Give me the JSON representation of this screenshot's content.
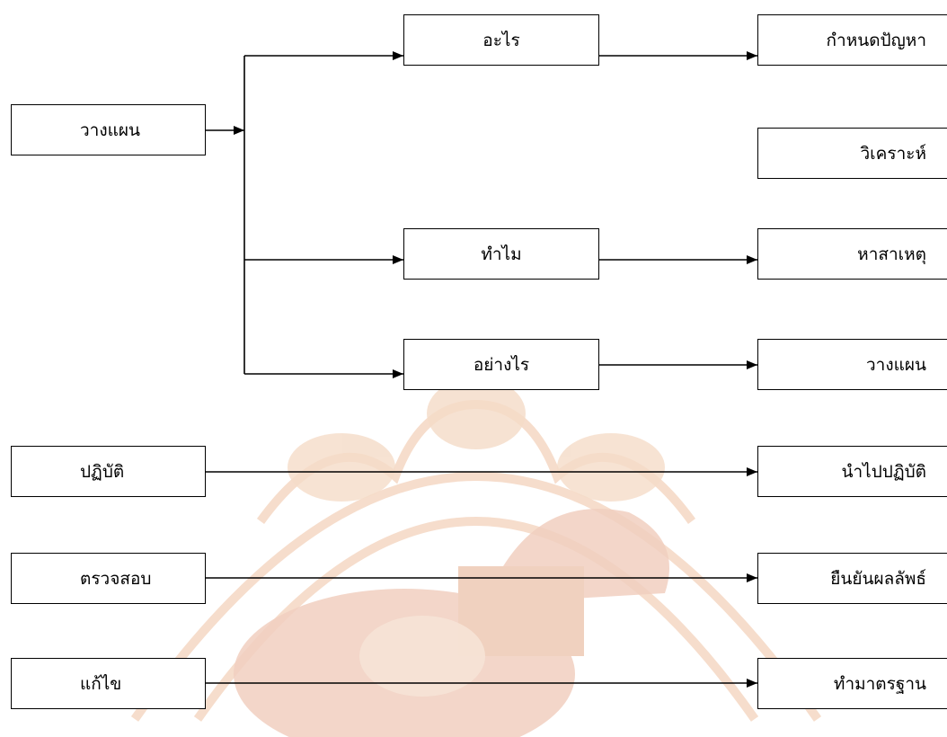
{
  "diagram": {
    "left_column": [
      {
        "id": "plan",
        "label": "วางแผน"
      },
      {
        "id": "do",
        "label": "ปฏิบัติ"
      },
      {
        "id": "check",
        "label": "ตรวจสอบ"
      },
      {
        "id": "act",
        "label": "แก้ไข"
      }
    ],
    "middle_column": [
      {
        "id": "what",
        "label": "อะไร"
      },
      {
        "id": "why",
        "label": "ทำไม"
      },
      {
        "id": "how",
        "label": "อย่างไร"
      }
    ],
    "right_column": [
      {
        "id": "define",
        "label": "กำหนดปัญหา"
      },
      {
        "id": "analyze",
        "label": "วิเคราะห์"
      },
      {
        "id": "cause",
        "label": "หาสาเหตุ"
      },
      {
        "id": "plan2",
        "label": "วางแผน"
      },
      {
        "id": "implement",
        "label": "นำไปปฏิบัติ"
      },
      {
        "id": "confirm",
        "label": "ยืนยันผลลัพธ์"
      },
      {
        "id": "standard",
        "label": "ทำมาตรฐาน"
      }
    ],
    "connections": [
      {
        "from": "plan",
        "to": [
          "what",
          "why",
          "how"
        ]
      },
      {
        "from": "what",
        "to": "define"
      },
      {
        "from": "why",
        "to": "cause"
      },
      {
        "from": "how",
        "to": "plan2"
      },
      {
        "from": "do",
        "to": "implement"
      },
      {
        "from": "check",
        "to": "confirm"
      },
      {
        "from": "act",
        "to": "standard"
      }
    ]
  },
  "colors": {
    "line": "#000000",
    "box_border": "#000000",
    "watermark": "#f0c8a8"
  }
}
